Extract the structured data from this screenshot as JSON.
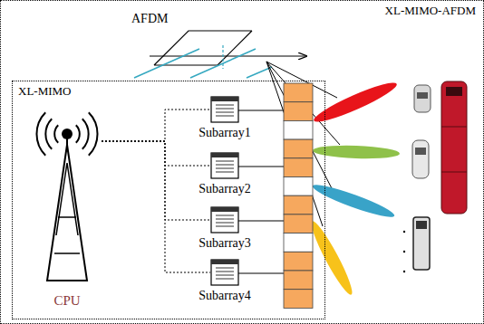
{
  "diagram": {
    "nodes": [
      {
        "text": [
          "XL-MIMO-AFDM"
        ]
      },
      {
        "text": [
          "XL-MIMO"
        ],
        "in": 0
      },
      {
        "text": [
          "CPU"
        ],
        "in": 1
      },
      {
        "text": [
          "Subarray1"
        ],
        "in": 1
      },
      {
        "text": [
          "Subarray2"
        ],
        "in": 1
      },
      {
        "text": [
          "Subarray3"
        ],
        "in": 1
      },
      {
        "text": [
          "Subarray4"
        ],
        "in": 1
      }
    ],
    "edges": [
      {
        "from": 2,
        "to": 3,
        "arrow": "none"
      },
      {
        "from": 2,
        "to": 4,
        "arrow": "none"
      },
      {
        "from": 2,
        "to": 5,
        "arrow": "none"
      },
      {
        "from": 2,
        "to": 6,
        "arrow": "none"
      }
    ],
    "labels": [
      "AFDM"
    ]
  }
}
